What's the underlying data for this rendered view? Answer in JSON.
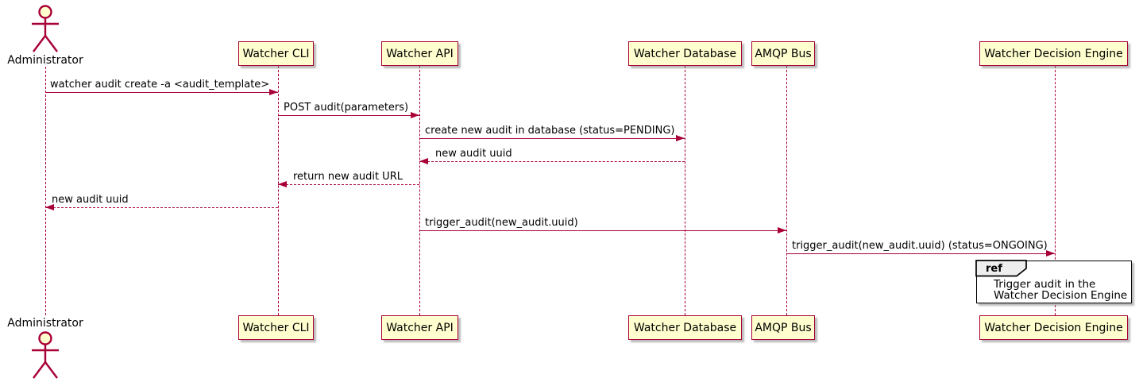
{
  "diagram": {
    "type": "uml-sequence-diagram",
    "colors": {
      "participant_fill": "#FEFECE",
      "accent_line": "#A80036",
      "text": "#000000",
      "ref_border": "#000000",
      "ref_tab_fill": "#EEEEEE",
      "background": "#FFFFFF"
    },
    "participants": [
      {
        "name": "Administrator",
        "kind": "actor"
      },
      {
        "name": "Watcher CLI",
        "kind": "participant"
      },
      {
        "name": "Watcher API",
        "kind": "participant"
      },
      {
        "name": "Watcher Database",
        "kind": "participant"
      },
      {
        "name": "AMQP Bus",
        "kind": "participant"
      },
      {
        "name": "Watcher Decision Engine",
        "kind": "participant"
      }
    ],
    "messages": [
      {
        "from": "Administrator",
        "to": "Watcher CLI",
        "label": "watcher audit create -a <audit_template>",
        "line": "solid"
      },
      {
        "from": "Watcher CLI",
        "to": "Watcher API",
        "label": "POST audit(parameters)",
        "line": "solid"
      },
      {
        "from": "Watcher API",
        "to": "Watcher Database",
        "label": "create new audit in database (status=PENDING)",
        "line": "solid"
      },
      {
        "from": "Watcher Database",
        "to": "Watcher API",
        "label": "new audit uuid",
        "line": "dashed"
      },
      {
        "from": "Watcher API",
        "to": "Watcher CLI",
        "label": "return new audit URL",
        "line": "dashed"
      },
      {
        "from": "Watcher CLI",
        "to": "Administrator",
        "label": "new audit uuid",
        "line": "dashed"
      },
      {
        "from": "Watcher API",
        "to": "AMQP Bus",
        "label": "trigger_audit(new_audit.uuid)",
        "line": "solid"
      },
      {
        "from": "AMQP Bus",
        "to": "Watcher Decision Engine",
        "label": "trigger_audit(new_audit.uuid) (status=ONGOING)",
        "line": "solid"
      }
    ],
    "ref": {
      "keyword": "ref",
      "over": "Watcher Decision Engine",
      "line1": "Trigger audit in the",
      "line2": "Watcher Decision Engine"
    }
  }
}
